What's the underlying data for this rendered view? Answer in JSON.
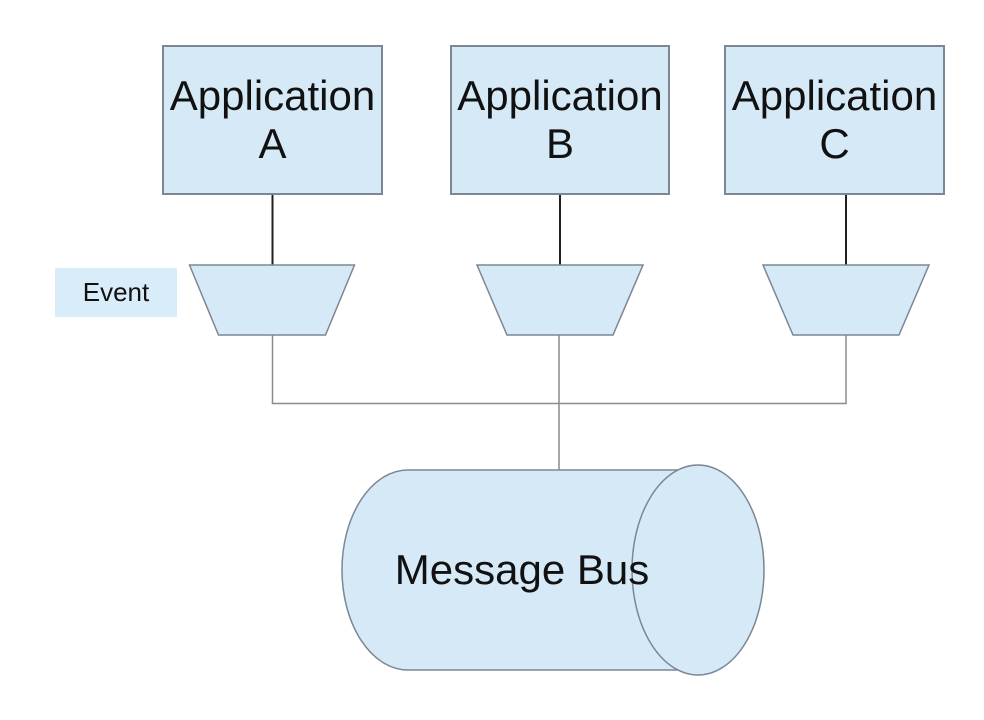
{
  "diagram": {
    "background": "#ffffff",
    "colors": {
      "shape_fill": "#d5e9f7",
      "shape_border": "#7b8794",
      "connector_dark": "#1f1f1f",
      "connector_gray": "#8c8c8c",
      "text": "#111111"
    },
    "nodes": {
      "applications": [
        {
          "id": "A",
          "label": "Application A",
          "shape": "rectangle"
        },
        {
          "id": "B",
          "label": "Application B",
          "shape": "rectangle"
        },
        {
          "id": "C",
          "label": "Application C",
          "shape": "rectangle"
        }
      ],
      "event_label": {
        "label": "Event",
        "shape": "label"
      },
      "event_trapezoids": {
        "count": 3,
        "shape": "trapezoid-funnel",
        "label": ""
      },
      "message_bus": {
        "label": "Message Bus",
        "shape": "horizontal-cylinder"
      }
    },
    "edges": [
      {
        "from": "Application A",
        "via": "event trapezoid",
        "to": "Message Bus"
      },
      {
        "from": "Application B",
        "via": "event trapezoid",
        "to": "Message Bus"
      },
      {
        "from": "Application C",
        "via": "event trapezoid",
        "to": "Message Bus"
      }
    ]
  }
}
